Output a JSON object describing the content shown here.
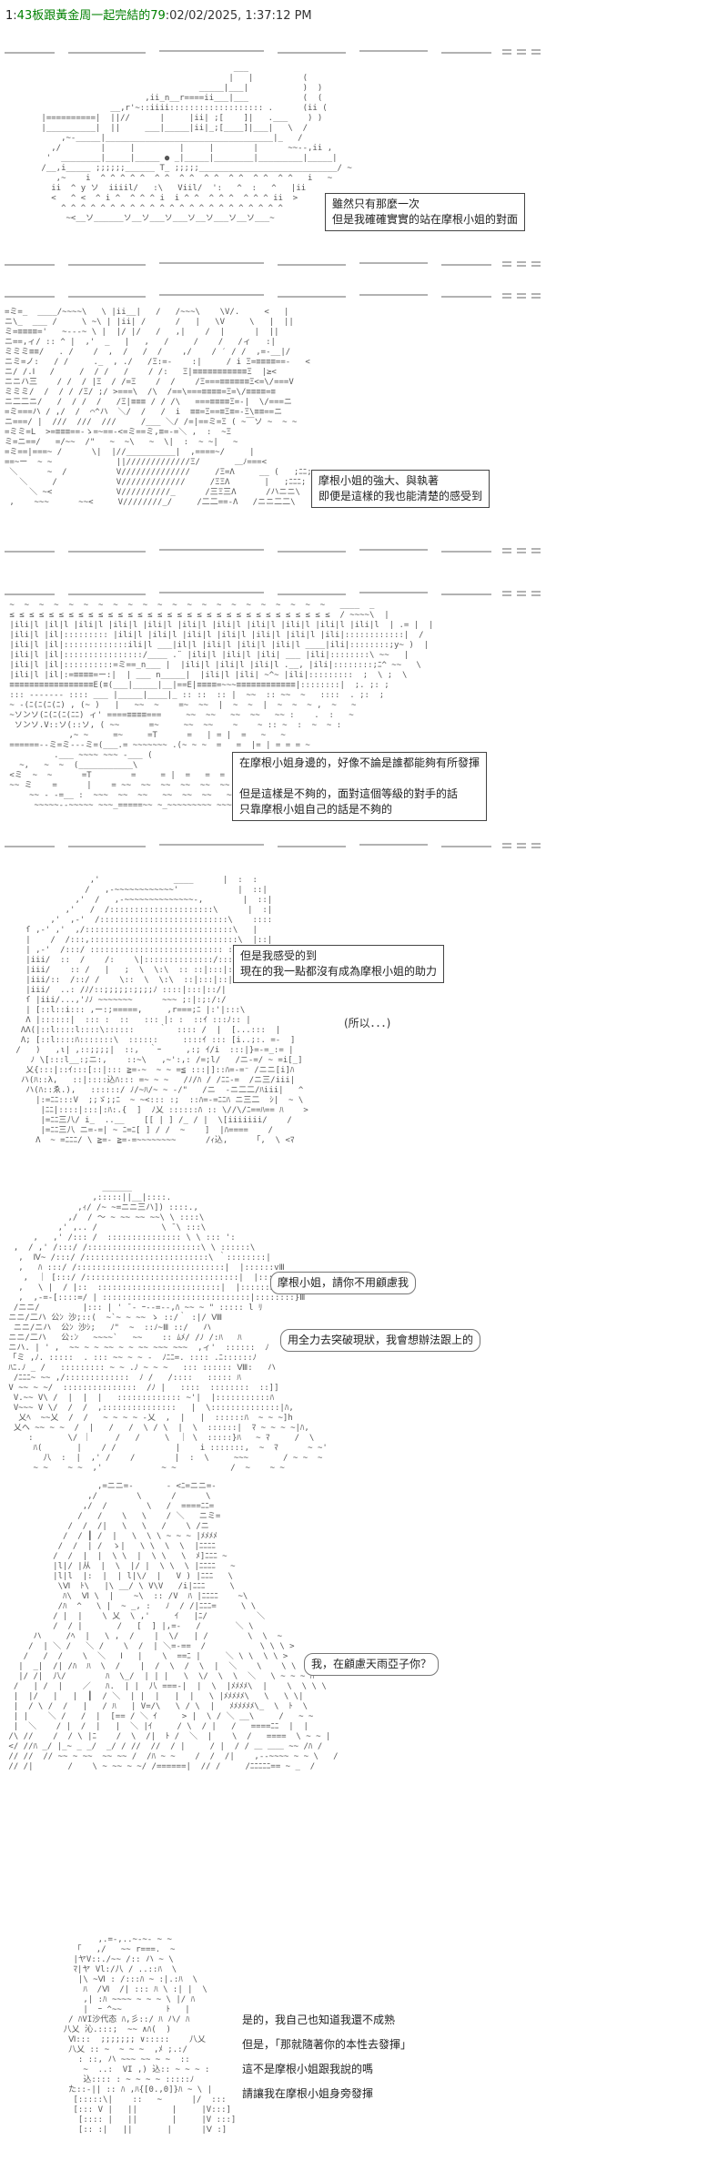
{
  "post": {
    "number": "1",
    "title": "43板跟黃金周一起完結的79",
    "timestamp": "02/02/2025, 1:37:12 PM"
  },
  "panels": [
    {
      "lines": [
        "雖然只有那麼一次",
        "但是我確確實實的站在摩根小姐的對面"
      ]
    },
    {
      "lines": [
        "摩根小姐的強大、與執著",
        "即便是這樣的我也能清楚的感受到"
      ]
    },
    {
      "lines": [
        "在摩根小姐身邊的，好像不論是誰都能夠有所發揮",
        "",
        "但是這樣是不夠的，面對這個等級的對手的話",
        "只靠摩根小姐自己的話是不夠的"
      ]
    },
    {
      "lines": [
        "但是我感受的到",
        "現在的我一點都沒有成為摩根小姐的助力"
      ],
      "note": "(所以．．．)"
    },
    {
      "bubble1": "摩根小姐，請你不用顧慮我",
      "bubble2": "用全力去突破現狀，我會想辦法跟上的"
    },
    {
      "bubble": "我，在顧慮天雨亞子你？"
    },
    {
      "lines": [
        "是的，我自己也知道我還不成熟",
        "但是，「那就隨著你的本性去發揮」",
        "這不是摩根小姐跟我說的嗎",
        "請讓我在摩根小姐身旁發揮"
      ]
    }
  ],
  "colors": {
    "title": "#008000",
    "art": "#555555",
    "border": "#444444"
  }
}
